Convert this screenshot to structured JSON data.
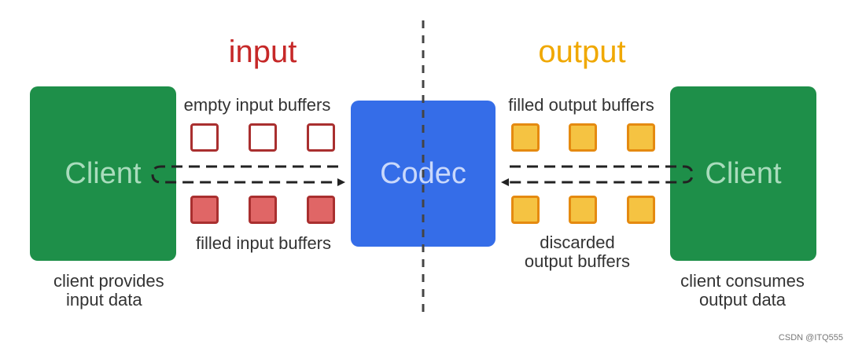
{
  "titles": {
    "input": "input",
    "output": "output"
  },
  "boxes": {
    "left_client": "Client",
    "codec": "Codec",
    "right_client": "Client"
  },
  "captions": {
    "empty_input": "empty input buffers",
    "filled_input": "filled input buffers",
    "filled_output": "filled output buffers",
    "discarded_output_line1": "discarded",
    "discarded_output_line2": "output buffers",
    "client_provides_line1": "client provides",
    "client_provides_line2": "input data",
    "client_consumes_line1": "client consumes",
    "client_consumes_line2": "output data"
  },
  "watermark": "CSDN @ITQ555",
  "colors": {
    "input_title": "#c62828",
    "output_title": "#f0a800",
    "client": "#1e8f49",
    "codec": "#356de8",
    "empty_buffer_border": "#a92f2f",
    "filled_input_fill": "#e06666",
    "output_buffer_fill": "#f5c342",
    "output_buffer_border": "#e58a10"
  }
}
